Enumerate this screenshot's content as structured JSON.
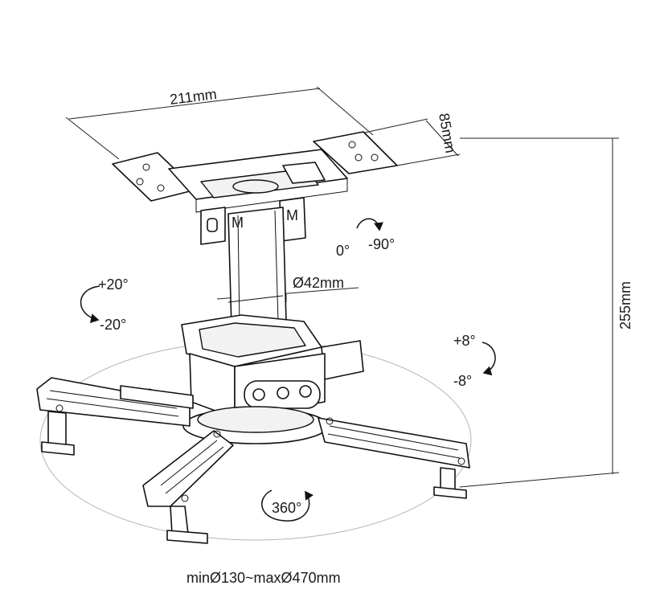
{
  "diagram": {
    "labels": {
      "width": "211mm",
      "depth": "85mm",
      "height": "255mm",
      "tube_diameter": "Ø42mm",
      "rotate_top_left": "0°",
      "rotate_top_right": "-90°",
      "tilt_up": "+20°",
      "tilt_down": "-20°",
      "swivel_up": "+8°",
      "swivel_down": "-8°",
      "rotation_360": "360°",
      "range": "minØ130~maxØ470mm",
      "tube_mark_1": "M",
      "tube_mark_2": "M"
    }
  }
}
